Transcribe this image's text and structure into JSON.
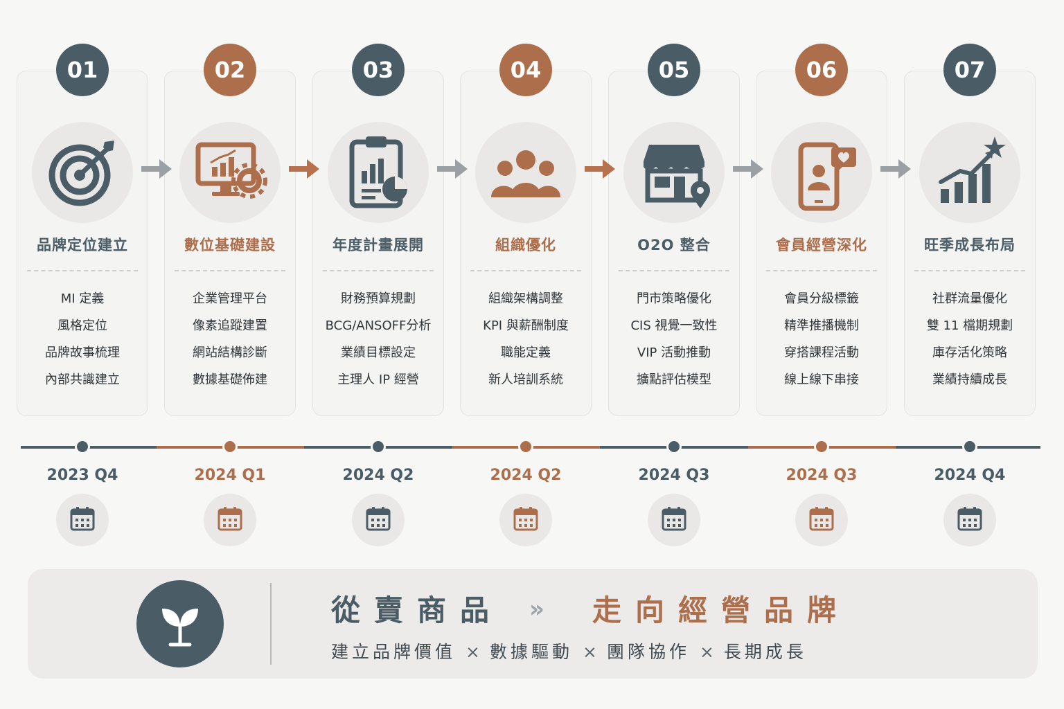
{
  "colors": {
    "slate": "#4a5d66",
    "copper": "#ad6e4c",
    "arrow_gray": "#9aa0a3",
    "arrow_copper": "#b8714e"
  },
  "steps": [
    {
      "number": "01",
      "theme": "slate",
      "icon": "target-icon",
      "title": "品牌定位建立",
      "items": [
        "MI 定義",
        "風格定位",
        "品牌故事梳理",
        "內部共識建立"
      ],
      "date": "2023 Q4"
    },
    {
      "number": "02",
      "theme": "copper",
      "icon": "monitor-chart-gear-icon",
      "title": "數位基礎建設",
      "items": [
        "企業管理平台",
        "像素追蹤建置",
        "網站結構診斷",
        "數據基礎佈建"
      ],
      "date": "2024 Q1"
    },
    {
      "number": "03",
      "theme": "slate",
      "icon": "clipboard-chart-icon",
      "title": "年度計畫展開",
      "items": [
        "財務預算規劃",
        "BCG/ANSOFF分析",
        "業績目標設定",
        "主理人 IP 經營"
      ],
      "date": "2024 Q2"
    },
    {
      "number": "04",
      "theme": "copper",
      "icon": "team-icon",
      "title": "組織優化",
      "items": [
        "組織架構調整",
        "KPI 與薪酬制度",
        "職能定義",
        "新人培訓系統"
      ],
      "date": "2024 Q2"
    },
    {
      "number": "05",
      "theme": "slate",
      "icon": "storefront-pin-icon",
      "title": "O2O 整合",
      "items": [
        "門市策略優化",
        "CIS 視覺一致性",
        "VIP 活動推動",
        "擴點評估模型"
      ],
      "date": "2024 Q3"
    },
    {
      "number": "06",
      "theme": "copper",
      "icon": "phone-member-heart-icon",
      "title": "會員經營深化",
      "items": [
        "會員分級標籤",
        "精準推播機制",
        "穿搭課程活動",
        "線上線下串接"
      ],
      "date": "2024 Q3"
    },
    {
      "number": "07",
      "theme": "slate",
      "icon": "growth-bars-star-icon",
      "title": "旺季成長布局",
      "items": [
        "社群流量優化",
        "雙 11 檔期規劃",
        "庫存活化策略",
        "業績持續成長"
      ],
      "date": "2024 Q4"
    }
  ],
  "arrows": [
    "gray",
    "copper",
    "gray",
    "copper",
    "gray",
    "gray"
  ],
  "banner": {
    "icon": "sprout-icon",
    "from_text": "從賣商品",
    "chevron": "»",
    "to_text": "走向經營品牌",
    "values": [
      "建立品牌價值",
      "數據驅動",
      "團隊協作",
      "長期成長"
    ],
    "separator": "×"
  }
}
